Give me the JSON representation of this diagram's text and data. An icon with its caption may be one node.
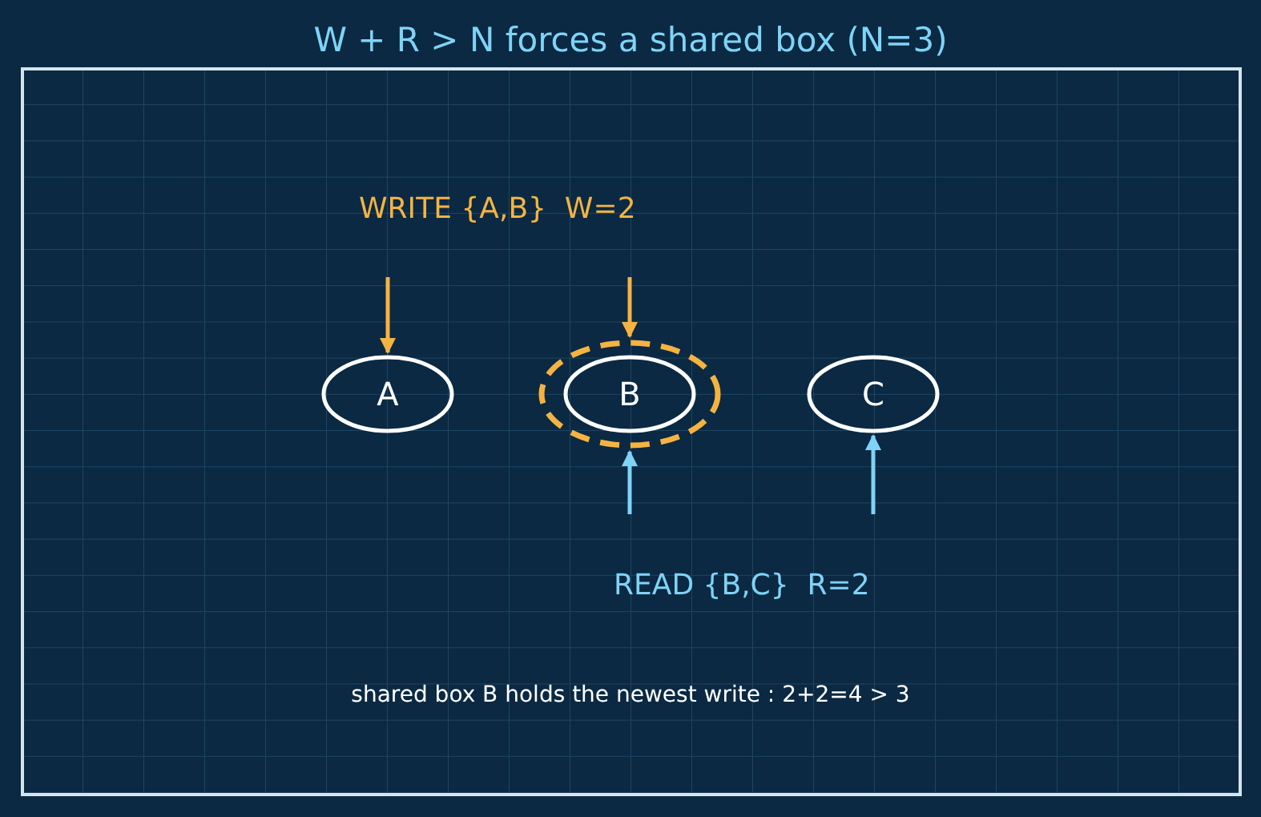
{
  "diagram": {
    "title": "W + R > N forces a shared box (N=3)",
    "nodes": [
      {
        "text": [
          "A"
        ]
      },
      {
        "text": [],
        "shape": "ellipse"
      },
      {
        "text": [
          "B"
        ],
        "in": 1
      },
      {
        "text": [
          "C"
        ]
      }
    ],
    "edges": [
      {
        "from": null,
        "to": 0,
        "arrow": "to",
        "color": "#f5b342"
      },
      {
        "from": null,
        "to": 1,
        "arrow": "to",
        "color": "#f5b342"
      },
      {
        "from": null,
        "to": 1,
        "arrow": "to",
        "color": "#7fd3f7"
      },
      {
        "from": null,
        "to": 3,
        "arrow": "to",
        "color": "#7fd3f7"
      }
    ],
    "labels": [
      "WRITE {A,B}  W=2",
      "READ {B,C}  R=2",
      "shared box B holds the newest write : 2+2=4 > 3"
    ]
  }
}
